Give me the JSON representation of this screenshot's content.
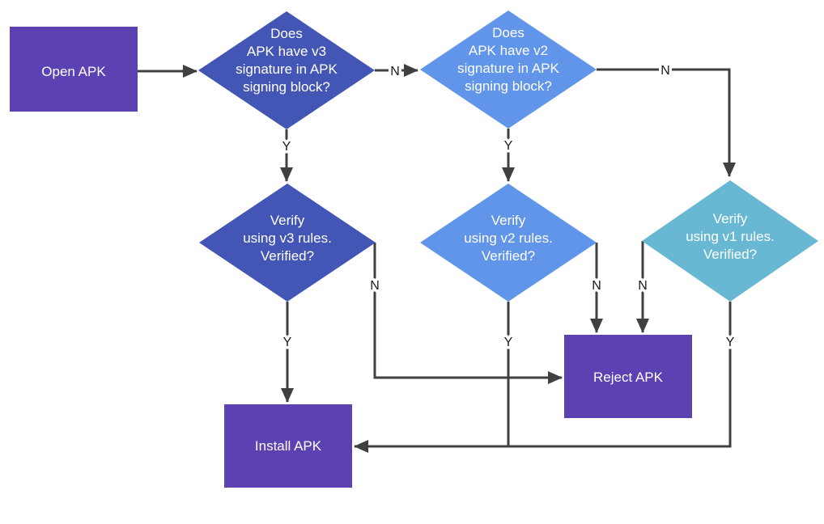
{
  "colors": {
    "purple": "#5B41B2",
    "indigo": "#4456B5",
    "blue": "#6095E9",
    "teal": "#69B8D3",
    "line": "#404040",
    "node_text": "#FFFFFF",
    "edge_label_text": "#1A1A1A"
  },
  "nodes": {
    "open_apk": {
      "label": "Open APK"
    },
    "q_v3": {
      "lines": [
        "Does",
        "APK have v3",
        "signature in APK",
        "signing block?"
      ]
    },
    "q_v2": {
      "lines": [
        "Does",
        "APK have v2",
        "signature in APK",
        "signing block?"
      ]
    },
    "verify_v3": {
      "lines": [
        "Verify",
        "using v3 rules.",
        "Verified?"
      ]
    },
    "verify_v2": {
      "lines": [
        "Verify",
        "using v2 rules.",
        "Verified?"
      ]
    },
    "verify_v1": {
      "lines": [
        "Verify",
        "using v1 rules.",
        "Verified?"
      ]
    },
    "reject_apk": {
      "label": "Reject APK"
    },
    "install_apk": {
      "label": "Install APK"
    }
  },
  "edge_labels": {
    "q_v3_no": "N",
    "q_v3_yes": "Y",
    "q_v2_no": "N",
    "q_v2_yes": "Y",
    "verify_v3_no": "N",
    "verify_v3_yes": "Y",
    "verify_v2_no": "N",
    "verify_v2_yes": "Y",
    "verify_v1_no": "N",
    "verify_v1_yes": "Y"
  }
}
